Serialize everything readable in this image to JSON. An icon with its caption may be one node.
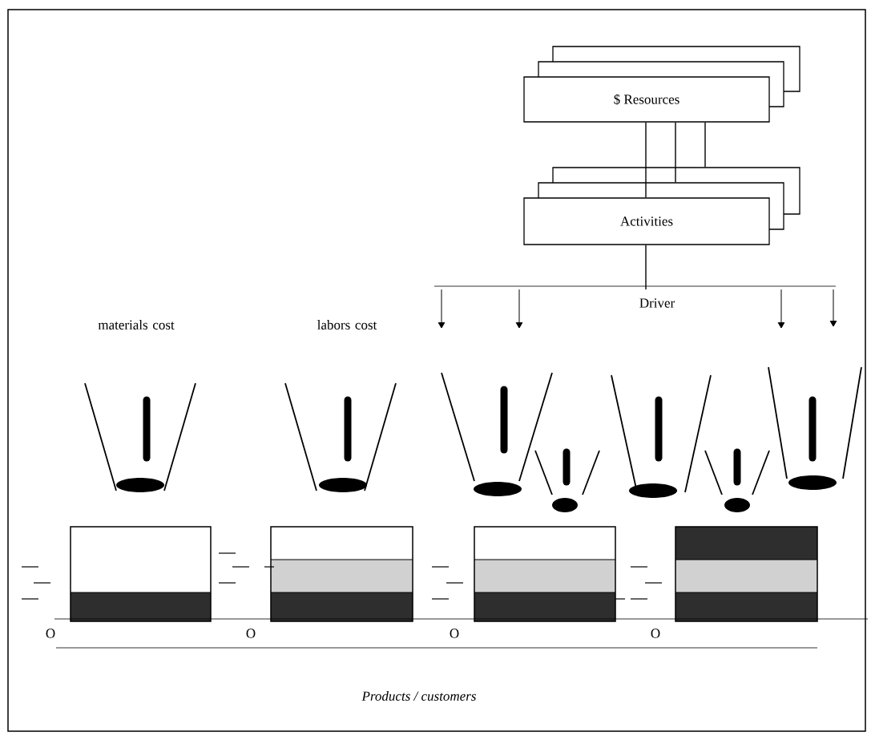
{
  "diagram": {
    "caption": "Products / customers",
    "nodes": [
      {
        "text": [
          "$ Resources"
        ]
      },
      {
        "text": [
          "Activities"
        ]
      },
      {
        "text": [
          "Driver"
        ]
      },
      {
        "text": [],
        "shape": "funnel"
      },
      {
        "text": [],
        "shape": "funnel"
      },
      {
        "text": [],
        "shape": "funnel"
      },
      {
        "text": [],
        "shape": "funnel"
      },
      {
        "text": [],
        "shape": "funnel"
      },
      {
        "text": [],
        "shape": "funnel"
      },
      {
        "text": [],
        "shape": "funnel"
      },
      {
        "text": [],
        "shape": "bar",
        "beside": [
          "O"
        ]
      },
      {
        "text": [],
        "shape": "bar",
        "beside": [
          "O"
        ]
      },
      {
        "text": [],
        "shape": "bar",
        "beside": [
          "O"
        ]
      },
      {
        "text": [],
        "shape": "bar",
        "beside": [
          "O"
        ]
      }
    ],
    "edges": [
      {
        "from": 0,
        "to": 1,
        "arrow": "none"
      },
      {
        "from": 0,
        "to": 1,
        "arrow": "none"
      },
      {
        "from": 0,
        "to": 1,
        "arrow": "none"
      },
      {
        "from": 1,
        "to": 2,
        "arrow": "none"
      },
      {
        "from": 2,
        "to": null,
        "arrow": "to"
      },
      {
        "from": 2,
        "to": null,
        "arrow": "to"
      },
      {
        "from": 2,
        "to": null,
        "arrow": "to"
      },
      {
        "from": 2,
        "to": null,
        "arrow": "to"
      }
    ],
    "labels": [
      "materials cost",
      "labors cost"
    ]
  }
}
